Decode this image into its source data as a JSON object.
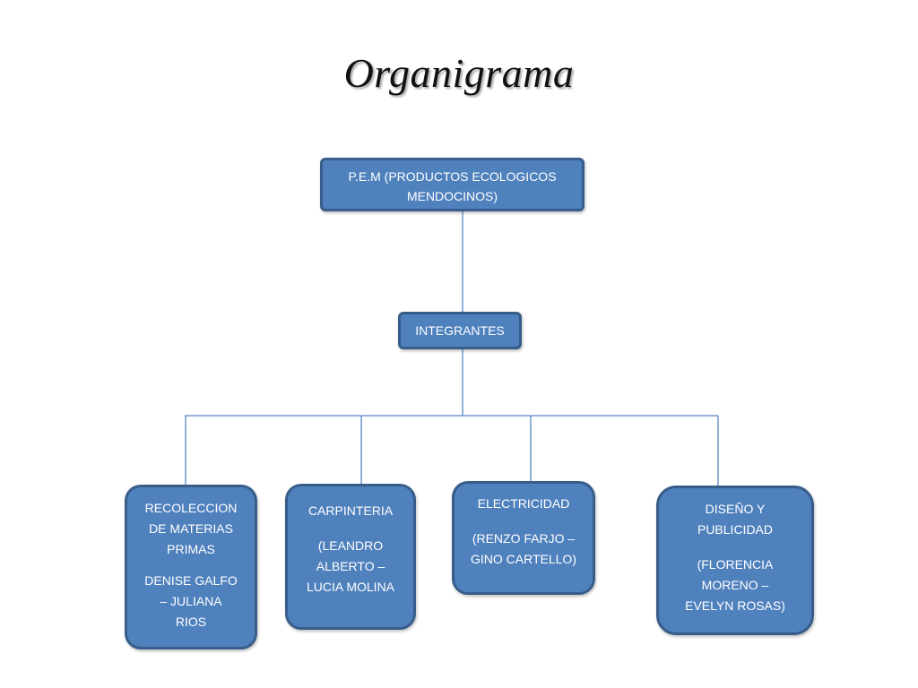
{
  "title": "Organigrama",
  "root": {
    "lines": [
      "P.E.M (PRODUCTOS ECOLOGICOS",
      "MENDOCINOS)"
    ]
  },
  "middle": {
    "label": "INTEGRANTES"
  },
  "departments": [
    {
      "name_lines": [
        "RECOLECCION",
        "DE MATERIAS",
        "PRIMAS"
      ],
      "members_lines": [
        "DENISE GALFO",
        "– JULIANA",
        "RIOS"
      ]
    },
    {
      "name_lines": [
        "CARPINTERIA"
      ],
      "members_lines": [
        "(LEANDRO",
        "ALBERTO –",
        "LUCIA MOLINA"
      ]
    },
    {
      "name_lines": [
        "ELECTRICIDAD"
      ],
      "members_lines": [
        "(RENZO FARJO –",
        "GINO CARTELLO)"
      ]
    },
    {
      "name_lines": [
        "DISEÑO Y",
        "PUBLICIDAD"
      ],
      "members_lines": [
        "(FLORENCIA",
        "MORENO –",
        "EVELYN ROSAS)"
      ]
    }
  ],
  "colors": {
    "box_fill": "#4f81bd",
    "box_border": "#385d8a",
    "connector": "#5b87c5",
    "text": "#ffffff"
  }
}
